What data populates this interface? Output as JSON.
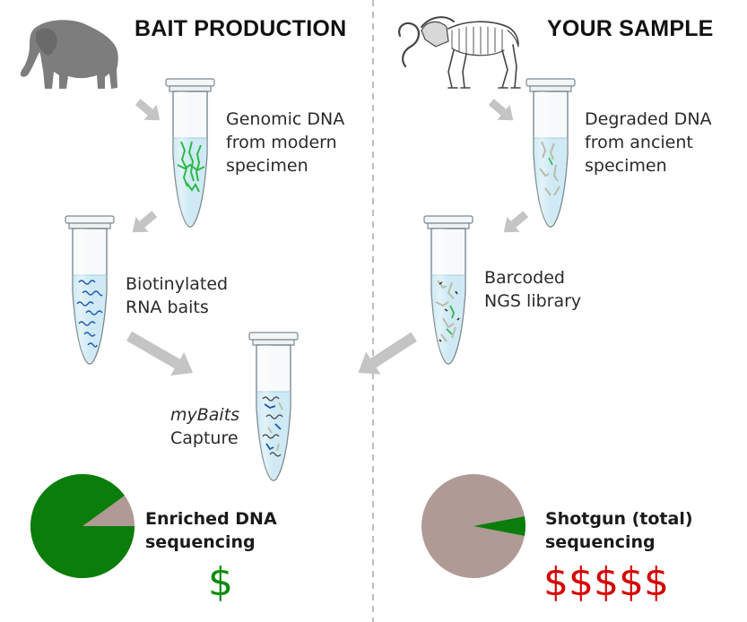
{
  "headings": {
    "left": "BAIT PRODUCTION",
    "right": "YOUR SAMPLE"
  },
  "icons": {
    "left_animal": "elephant-icon",
    "right_animal": "mammoth-skeleton-icon"
  },
  "labels": {
    "genomic": [
      "Genomic DNA",
      "from modern",
      "specimen"
    ],
    "degraded": [
      "Degraded DNA",
      "from ancient",
      "specimen"
    ],
    "biotinylated": [
      "Biotinylated",
      "RNA baits"
    ],
    "barcoded": [
      "Barcoded",
      "NGS library"
    ],
    "capture_italic": "myBaits",
    "capture": "Capture"
  },
  "results": {
    "enriched": {
      "label": [
        "Enriched DNA",
        "sequencing"
      ],
      "cost": "$",
      "cost_color": "#0a8a0a",
      "target_fraction": 0.9,
      "target_color": "#0a7d0a",
      "offtarget_color": "#b09a96"
    },
    "shotgun": {
      "label": [
        "Shotgun (total)",
        "sequencing"
      ],
      "cost": "$$$$$",
      "cost_color": "#d40000",
      "target_fraction": 0.06,
      "target_color": "#0a7d0a",
      "offtarget_color": "#b09a96"
    }
  },
  "colors": {
    "arrow": "#c4c4c4",
    "divider": "#9a9a9a",
    "tube_liquid": "#cfeaf4",
    "tube_outline": "#7a8a92",
    "modern_dna": "#2db84a",
    "ancient_dna": "#b9bcaa",
    "bait_rna": "#1a56b0"
  }
}
